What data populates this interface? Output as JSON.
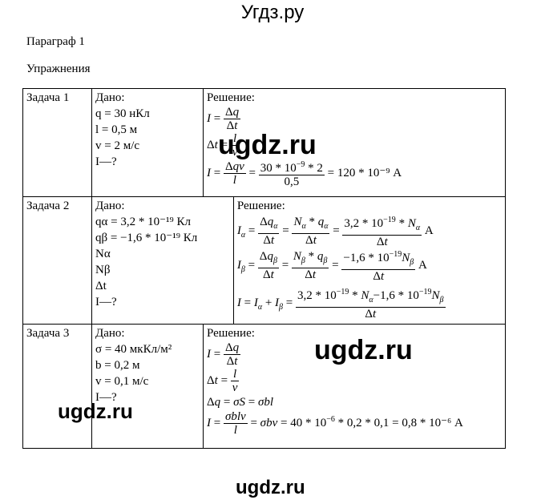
{
  "site": {
    "title": "Угдз.ру",
    "watermark": "ugdz.ru",
    "footer": "ugdz.ru"
  },
  "heading": {
    "paragraph": "Параграф 1",
    "section": "Упражнения"
  },
  "tasks": [
    {
      "label": "Задача 1",
      "given_title": "Дано:",
      "given": [
        "q = 30 нКл",
        "l = 0,5 м",
        "v = 2 м/с",
        "I—?"
      ],
      "solution_title": "Решение:",
      "result": "120 * 10⁻⁹ А"
    },
    {
      "label": "Задача 2",
      "given_title": "Дано:",
      "given": [
        "qα = 3,2 * 10⁻¹⁹ Кл",
        "qβ = −1,6 * 10⁻¹⁹ Кл",
        "Nα",
        "Nβ",
        "Δt",
        "I—?"
      ],
      "solution_title": "Решение:"
    },
    {
      "label": "Задача 3",
      "given_title": "Дано:",
      "given": [
        "σ = 40 мкКл/м²",
        "b = 0,2 м",
        "v = 0,1 м/с",
        "I—?"
      ],
      "solution_title": "Решение:",
      "result": "0,8 * 10⁻⁶ А"
    }
  ]
}
